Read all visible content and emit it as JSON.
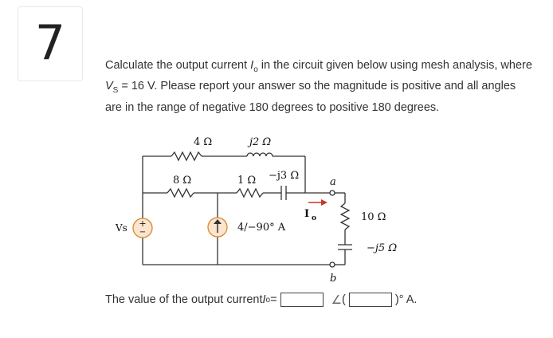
{
  "question_number": "7",
  "question": {
    "part1": "Calculate the output current ",
    "var": "I",
    "var_sub": "o",
    "part2": " in the circuit given below using mesh analysis, where ",
    "vs_var": "V",
    "vs_sub": "S",
    "part3": " = 16 V. Please report your answer so the magnitude is positive and all angles are in the range of negative 180 degrees to positive 180 degrees."
  },
  "circuit": {
    "r_top": "4 Ω",
    "l_top": "j2 Ω",
    "r_left": "8 Ω",
    "r_mid": "1 Ω",
    "c_mid": "−j3 Ω",
    "source_v": "Vs",
    "source_v_plus": "+",
    "source_v_minus": "−",
    "source_i": "4/−90° A",
    "io_label": "I",
    "io_sub": "o",
    "node_a": "a",
    "node_b": "b",
    "r_load": "10 Ω",
    "c_load": "−j5 Ω"
  },
  "answer": {
    "prefix": "The value of the output current ",
    "var": "I",
    "var_sub": "o",
    "equals": " = ",
    "angle_symbol": "∠",
    "open_paren": " (",
    "suffix": ")° A."
  },
  "colors": {
    "source_fill": "#fbe5cf",
    "source_stroke": "#d9892b",
    "arrow": "#c0392b"
  }
}
